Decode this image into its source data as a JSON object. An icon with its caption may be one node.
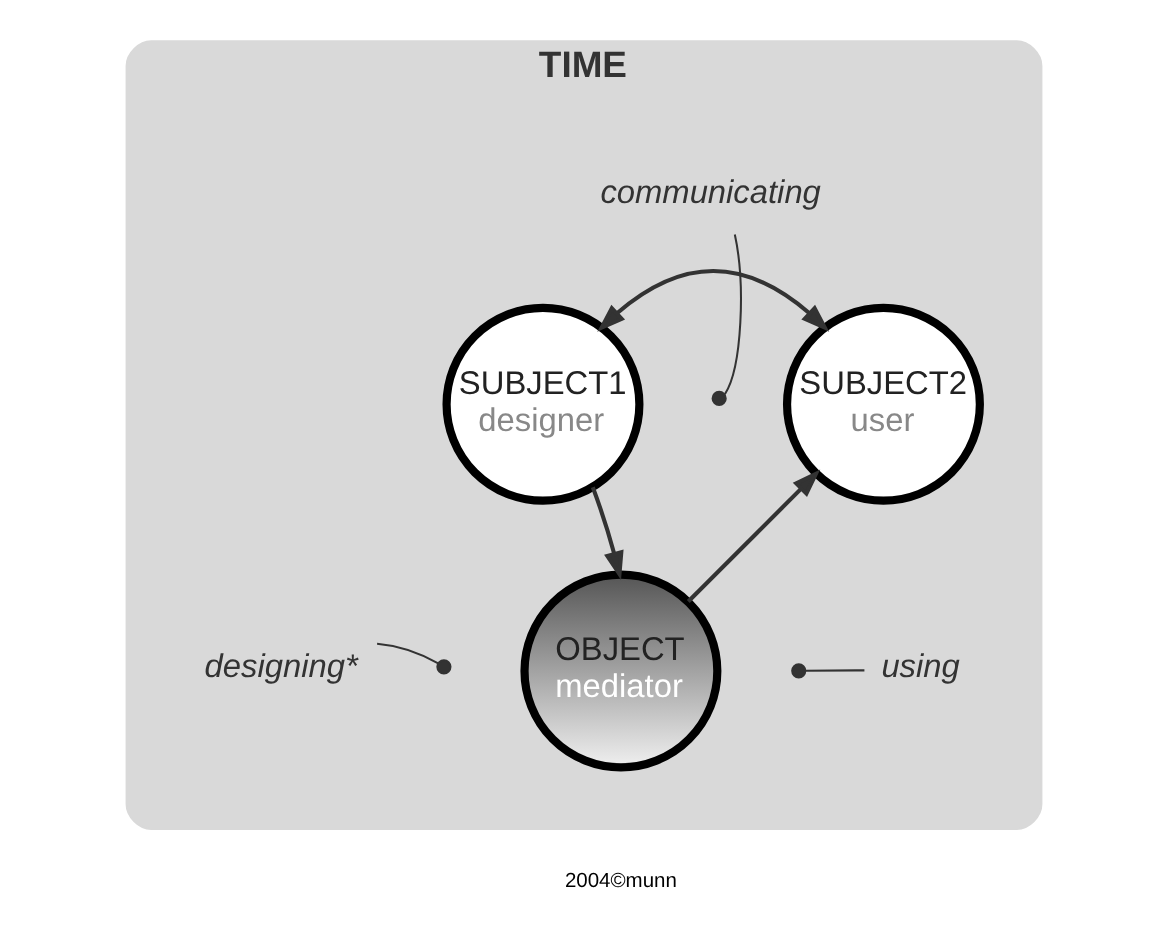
{
  "diagram": {
    "nodes": [
      {
        "text": [
          "TIME"
        ]
      },
      {
        "text": [
          "communicating"
        ],
        "in": 0
      },
      {
        "text": [
          "SUBJECT1",
          "designer"
        ],
        "in": 0
      },
      {
        "text": [
          "SUBJECT2",
          "user"
        ],
        "in": 0
      },
      {
        "text": [
          "designing*"
        ],
        "in": 0
      },
      {
        "text": [
          "using"
        ],
        "in": 0
      },
      {
        "text": [
          "OBJECT",
          "mediator"
        ],
        "in": 0
      }
    ],
    "edges": [
      {
        "from": 2,
        "to": 3,
        "arrow": "both"
      },
      {
        "from": 2,
        "to": 6,
        "arrow": "to"
      },
      {
        "from": 6,
        "to": 3,
        "arrow": "to"
      },
      {
        "from": 1,
        "to": null,
        "arrow": "other"
      },
      {
        "from": 4,
        "to": null,
        "arrow": "other"
      },
      {
        "from": 5,
        "to": null,
        "arrow": "other"
      }
    ],
    "labels": [
      "2004©munn"
    ]
  }
}
